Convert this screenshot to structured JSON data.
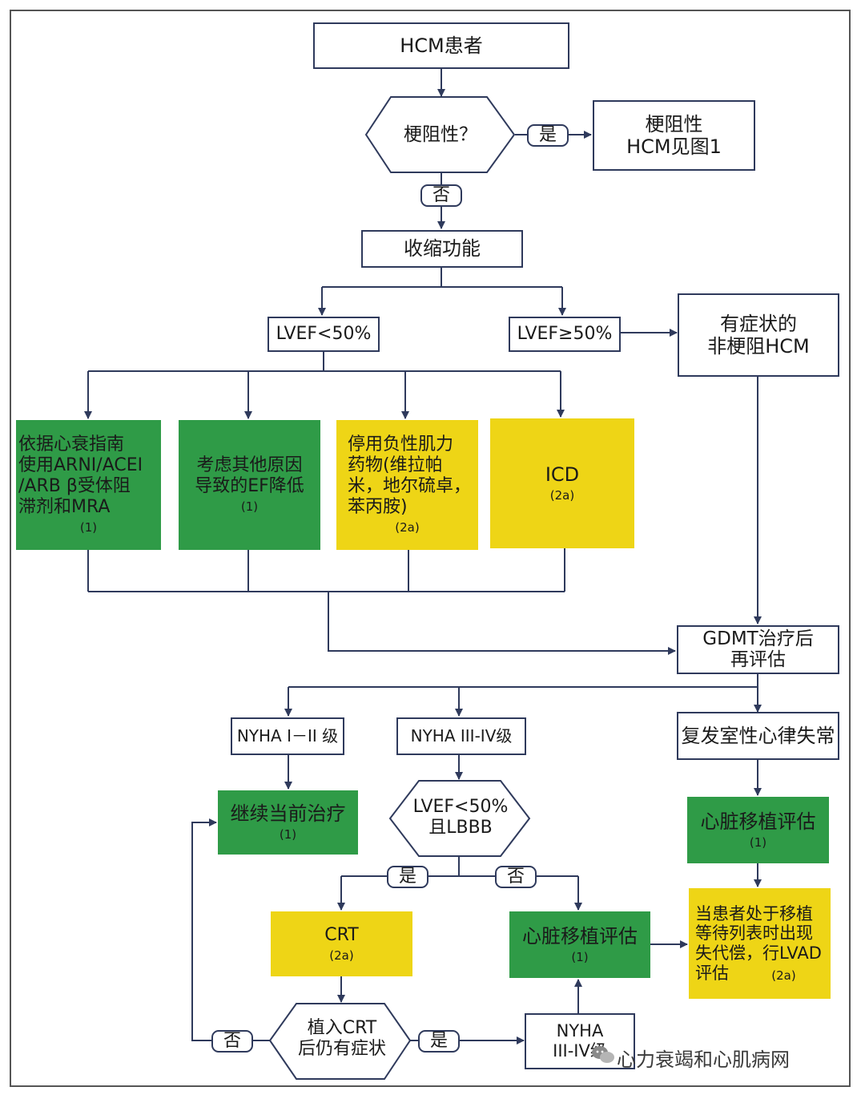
{
  "colors": {
    "green": "#2f9b47",
    "yellow": "#eed516",
    "line": "#2f3a5c"
  },
  "nodes": {
    "hcm": "HCM患者",
    "obstructive_q": "梗阻性？",
    "obstructive_ref": "梗阻性\nHCM见图1",
    "systolic": "收缩功能",
    "lvef_low": "LVEF<50%",
    "lvef_high": "LVEF≥50%",
    "symptomatic_nonobs": "有症状的\n非梗阻HCM",
    "hf_guideline": {
      "text": "依据心衰指南\n使用ARNI/ACEI\n/ARB β受体阻\n滞剂和MRA",
      "level": "(1)"
    },
    "other_causes": {
      "text": "考虑其他原因\n导致的EF降低",
      "level": "(1)"
    },
    "stop_inotropes": {
      "text": "停用负性肌力\n药物(维拉帕\n米，地尔硫卓，\n苯丙胺)",
      "level": "(2a)"
    },
    "icd": {
      "text": "ICD",
      "level": "(2a)"
    },
    "gdmt": "GDMT治疗后\n再评估",
    "nyha12": "NYHA I－II 级",
    "nyha34": "NYHA III-IV级",
    "recurrent_va": "复发室性心律失常",
    "continue": {
      "text": "继续当前治疗",
      "level": "(1)"
    },
    "lvef_lbbb_q": "LVEF<50%\n且LBBB",
    "transplant_right": {
      "text": "心脏移植评估",
      "level": "(1)"
    },
    "crt": {
      "text": "CRT",
      "level": "(2a)"
    },
    "transplant_mid": {
      "text": "心脏移植评估",
      "level": "(1)"
    },
    "lvad": {
      "text": "当患者处于移植\n等待列表时出现\n失代偿，行LVAD\n评估",
      "level": "(2a)"
    },
    "crt_symptom_q": "植入CRT\n后仍有症状",
    "nyha34_bottom": "NYHA\nIII-IV级"
  },
  "labels": {
    "yes": "是",
    "no": "否"
  },
  "watermark": "心力衰竭和心肌病网",
  "watermark_icon": "wechat-icon"
}
